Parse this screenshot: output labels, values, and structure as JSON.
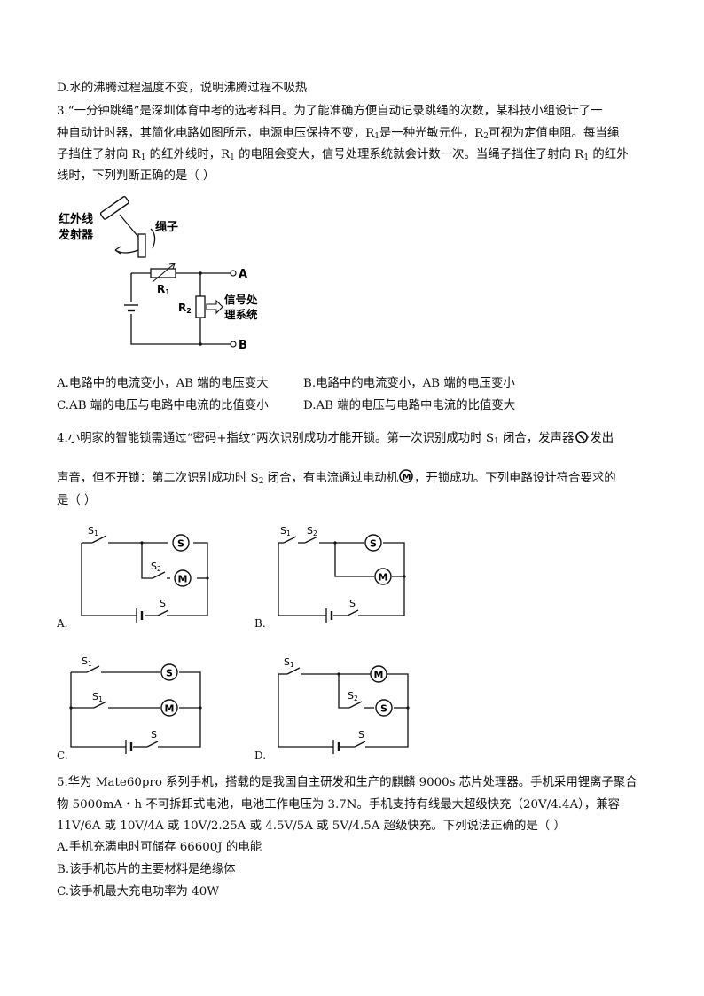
{
  "prev_option_d": "D.水的沸腾过程温度不变，说明沸腾过程不吸热",
  "q3": {
    "line1": "3.“一分钟跳绳”是深圳体育中考的选考科目。为了能准确方便自动记录跳绳的次数，某科技小组设计了一",
    "line2_a": "种自动计时器，其简化电路如图所示，电源电压保持不变，R",
    "line2_sub1": "1",
    "line2_b": "是一种光敏元件，R",
    "line2_sub2": "2",
    "line2_c": "可视为定值电阻。每当绳",
    "line3_a": "子挡住了射向 R",
    "line3_sub1": "1",
    "line3_b": " 的红外线时，R",
    "line3_sub2": "1",
    "line3_c": " 的电阻会变大，信号处理系统就会计数一次。当绳子挡住了射向 R",
    "line3_sub3": "1",
    "line3_d": " 的红外",
    "line4": "线时，下列判断正确的是（     ）",
    "figure": {
      "emitter_label_1": "红外线",
      "emitter_label_2": "发射器",
      "rope_label": "绳子",
      "r1": "R",
      "r1_sub": "1",
      "r2": "R",
      "r2_sub": "2",
      "terminal_a": "A",
      "terminal_b": "B",
      "processor_1": "信号处",
      "processor_2": "理系统"
    },
    "options": {
      "a": "A.电路中的电流变小，AB 端的电压变大",
      "b": "B.电路中的电流变小，AB 端的电压变小",
      "c": "C.AB 端的电压与电路中电流的比值变小",
      "d": "D.AB 端的电压与电路中电流的比值变大"
    }
  },
  "q4": {
    "line1_a": "4.小明家的智能锁需通过“密码+指纹”两次识别成功才能开锁。第一次识别成功时 S",
    "line1_sub": "1",
    "line1_b": " 闭合，发声器",
    "line1_c": "发出",
    "line2_a": "声音，但不开锁：第二次识别成功时 S",
    "line2_sub": "2",
    "line2_b": " 闭合，有电流通过电动机",
    "line2_c": "，开锁成功。下列电路设计符合要求的",
    "line3": "是（     ）",
    "circuits": {
      "a_label": "A.",
      "b_label": "B.",
      "c_label": "C.",
      "d_label": "D.",
      "s1": "S",
      "s1_sub": "1",
      "s2": "S",
      "s2_sub": "2",
      "s": "S",
      "speaker": "S",
      "motor": "M"
    }
  },
  "q5": {
    "line1": "5.华为 Mate60pro 系列手机，搭载的是我国自主研发和生产的麒麟 9000s 芯片处理器。手机采用锂离子聚合",
    "line2": "物 5000mA・h 不可拆卸式电池，电池工作电压为 3.7N。手机支持有线最大超级快充（20V/4.4A），兼容",
    "line3": "11V/6A 或 10V/4A 或 10V/2.25A 或 4.5V/5A 或 5V/4.5A 超级快充。下列说法正确的是（     ）",
    "option_a": "A.手机充满电时可储存 66600J 的电能",
    "option_b": "B.该手机芯片的主要材料是绝缘体",
    "option_c": "C.该手机最大充电功率为 40W"
  }
}
